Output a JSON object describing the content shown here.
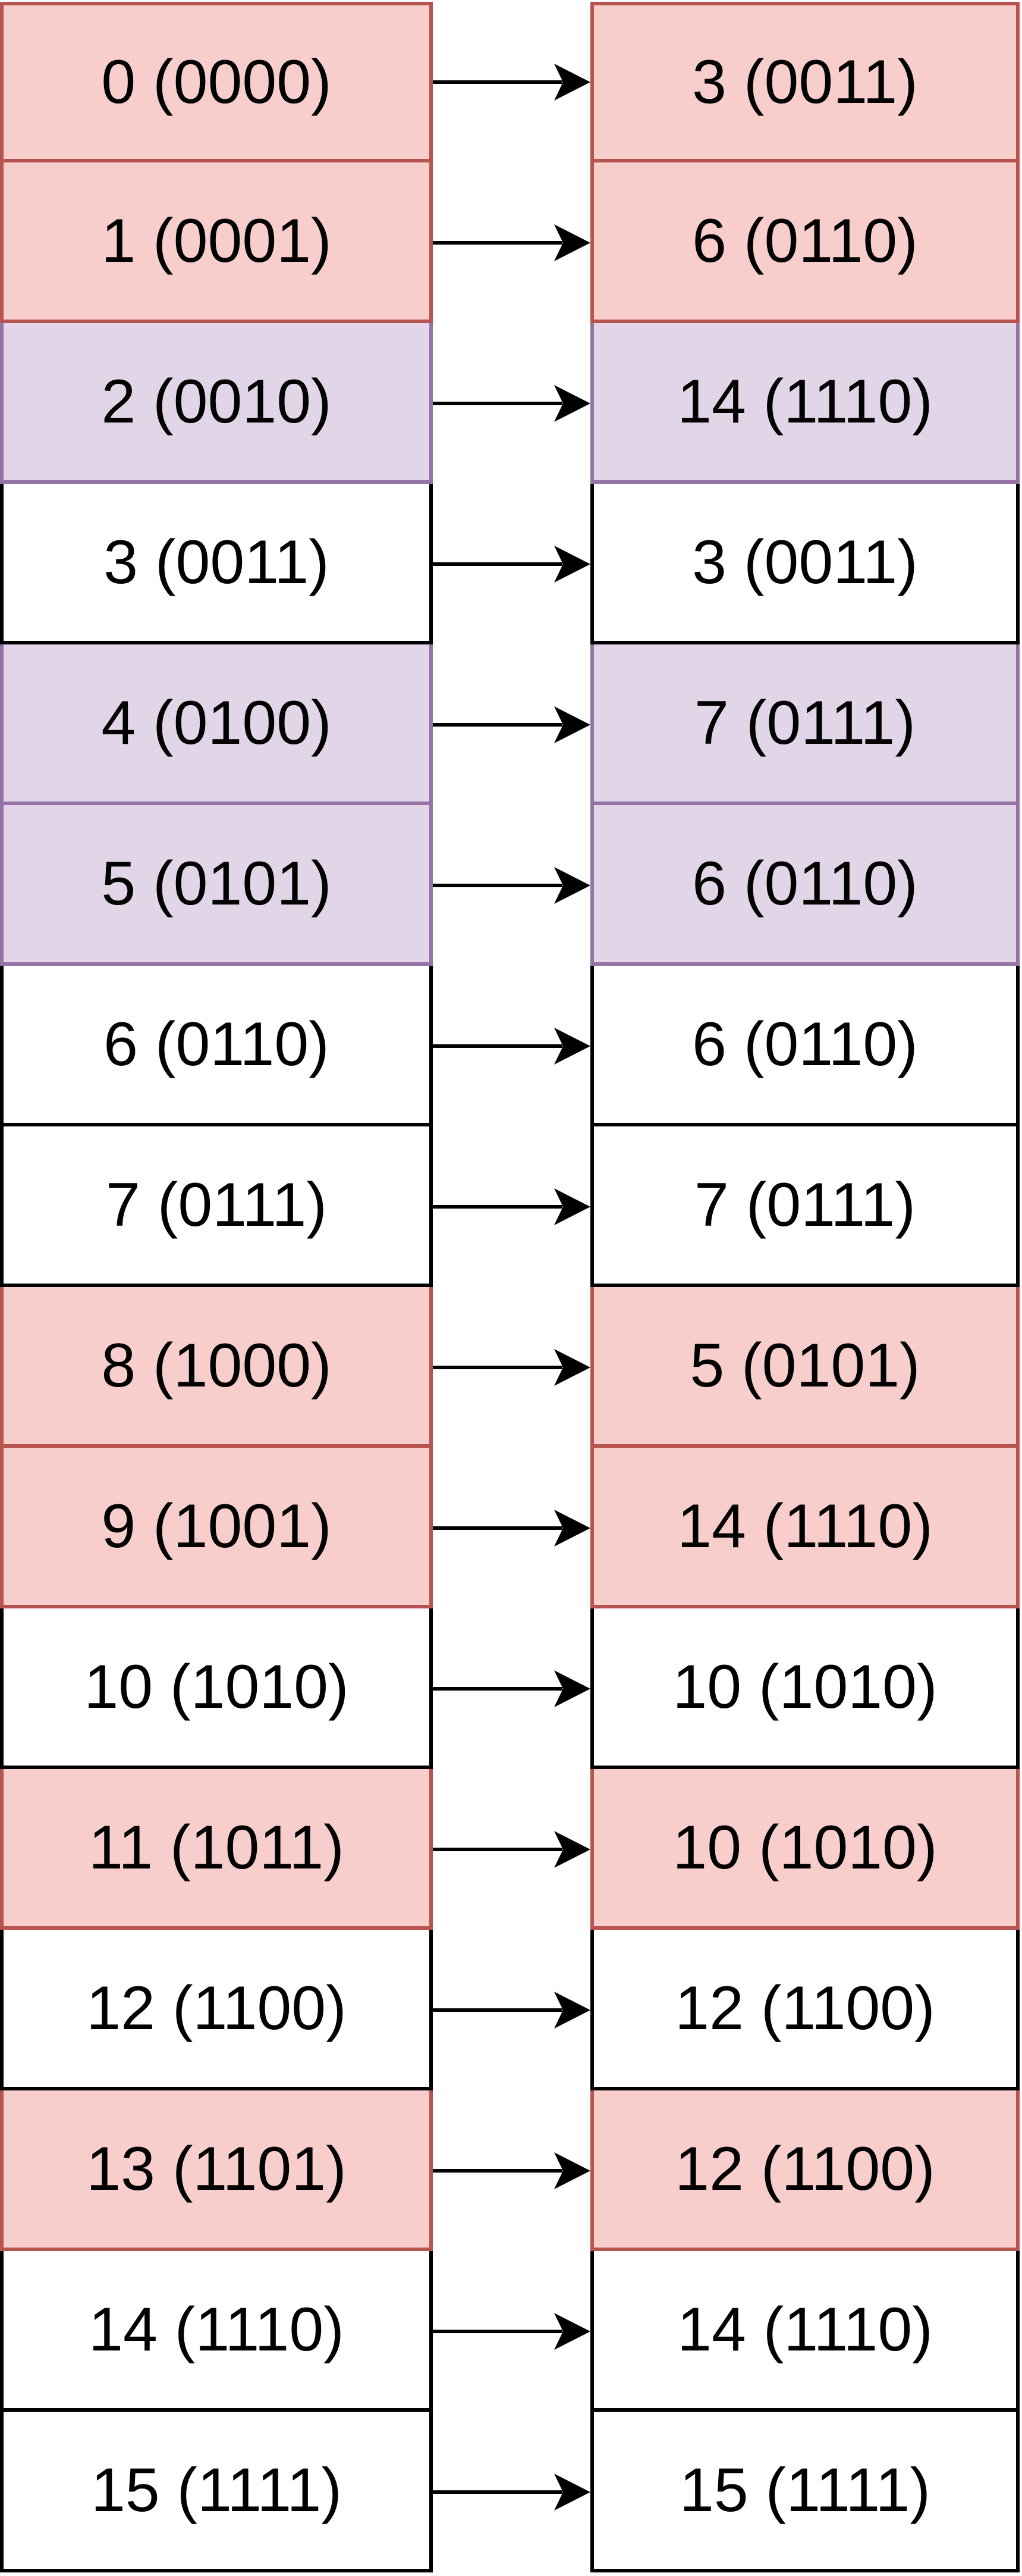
{
  "mappings": [
    {
      "from": "0 (0000)",
      "to": "3 (0011)",
      "color": "red"
    },
    {
      "from": "1 (0001)",
      "to": "6 (0110)",
      "color": "red"
    },
    {
      "from": "2 (0010)",
      "to": "14 (1110)",
      "color": "purple"
    },
    {
      "from": "3 (0011)",
      "to": "3 (0011)",
      "color": "white"
    },
    {
      "from": "4 (0100)",
      "to": "7 (0111)",
      "color": "purple"
    },
    {
      "from": "5 (0101)",
      "to": "6 (0110)",
      "color": "purple"
    },
    {
      "from": "6 (0110)",
      "to": "6 (0110)",
      "color": "white"
    },
    {
      "from": "7 (0111)",
      "to": "7 (0111)",
      "color": "white"
    },
    {
      "from": "8 (1000)",
      "to": "5 (0101)",
      "color": "red"
    },
    {
      "from": "9 (1001)",
      "to": "14 (1110)",
      "color": "red"
    },
    {
      "from": "10 (1010)",
      "to": "10 (1010)",
      "color": "white"
    },
    {
      "from": "11 (1011)",
      "to": "10 (1010)",
      "color": "red"
    },
    {
      "from": "12 (1100)",
      "to": "12 (1100)",
      "color": "white"
    },
    {
      "from": "13 (1101)",
      "to": "12 (1100)",
      "color": "red"
    },
    {
      "from": "14 (1110)",
      "to": "14 (1110)",
      "color": "white"
    },
    {
      "from": "15 (1111)",
      "to": "15 (1111)",
      "color": "white"
    }
  ],
  "colors": {
    "red_fill": "#f8cecc",
    "red_border": "#b85450",
    "purple_fill": "#e1d5e7",
    "purple_border": "#9673a6",
    "white_fill": "#ffffff",
    "white_border": "#000000",
    "arrow": "#000000"
  }
}
